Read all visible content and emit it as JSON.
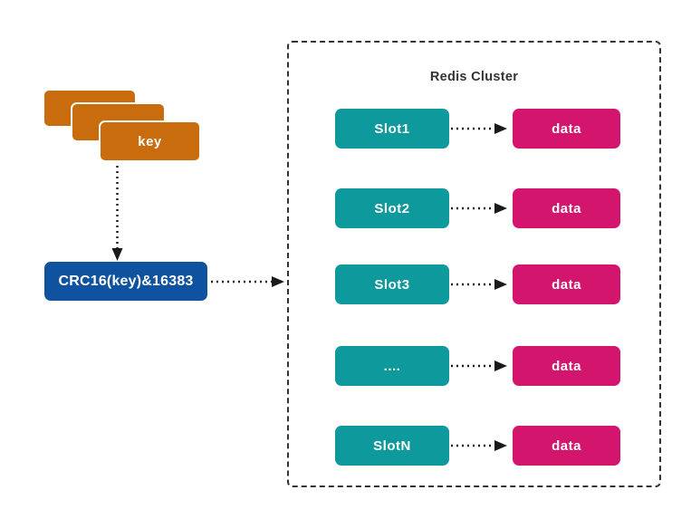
{
  "diagram": {
    "title": "Redis Cluster",
    "key_label": "key",
    "hash_label": "CRC16(key)&16383",
    "rows": [
      {
        "slot": "Slot1",
        "data": "data"
      },
      {
        "slot": "Slot2",
        "data": "data"
      },
      {
        "slot": "Slot3",
        "data": "data"
      },
      {
        "slot": "....",
        "data": "data"
      },
      {
        "slot": "SlotN",
        "data": "data"
      }
    ],
    "colors": {
      "key_orange": "#C96C0D",
      "hash_blue": "#0E52A0",
      "slot_teal": "#0E9A9D",
      "data_pink": "#D4156E",
      "line_dark": "#1a1a1a",
      "cluster_border": "#333333"
    }
  }
}
